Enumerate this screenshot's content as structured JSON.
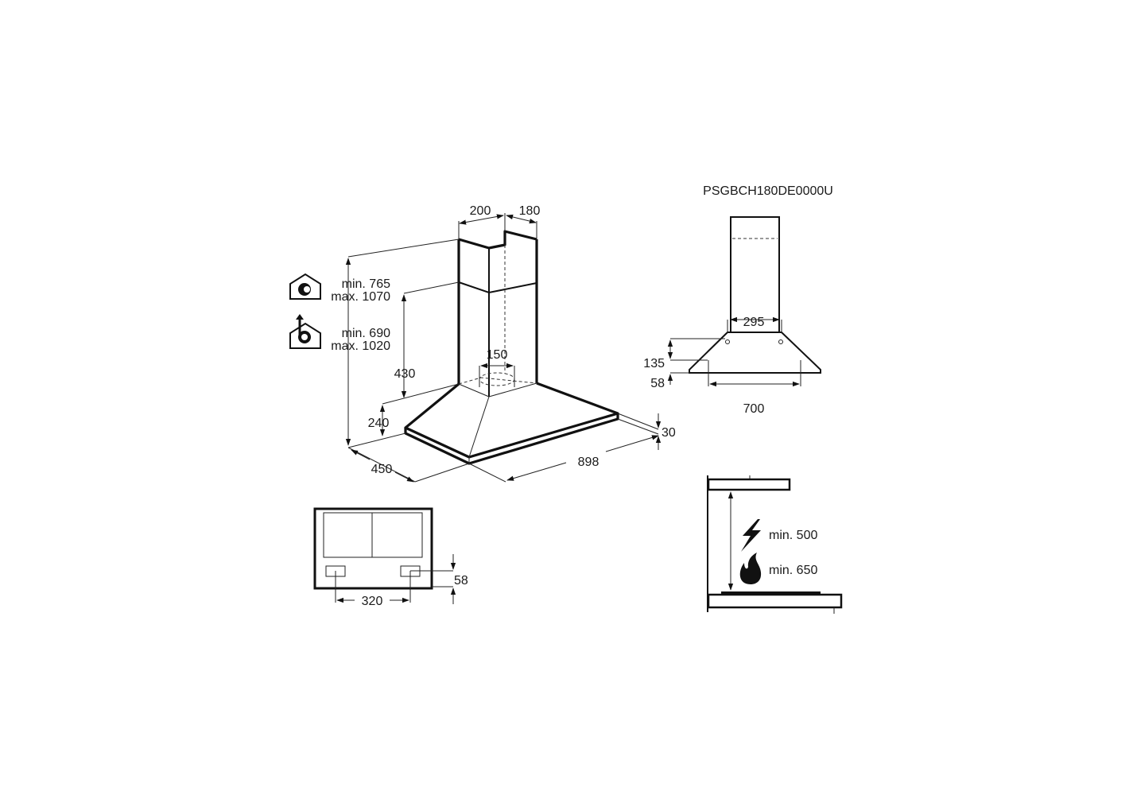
{
  "model": "PSGBCH180DE0000U",
  "main_view": {
    "chimney_width": "200",
    "chimney_depth": "180",
    "duct": "150",
    "lower_chimney": "430",
    "canopy_height": "240",
    "depth": "450",
    "width": "898",
    "edge": "30",
    "extraction_min": "min. 765",
    "extraction_max": "max. 1070",
    "recirculation_min": "min. 690",
    "recirculation_max": "max. 1020"
  },
  "side_view": {
    "chimney_width": "295",
    "hook_height": "135",
    "hole_height": "58",
    "hole_spacing": "700"
  },
  "bottom_view": {
    "filter_spacing": "320",
    "filter_offset": "58"
  },
  "clearance": {
    "electric_min": "min. 500",
    "gas_min": "min. 650"
  }
}
